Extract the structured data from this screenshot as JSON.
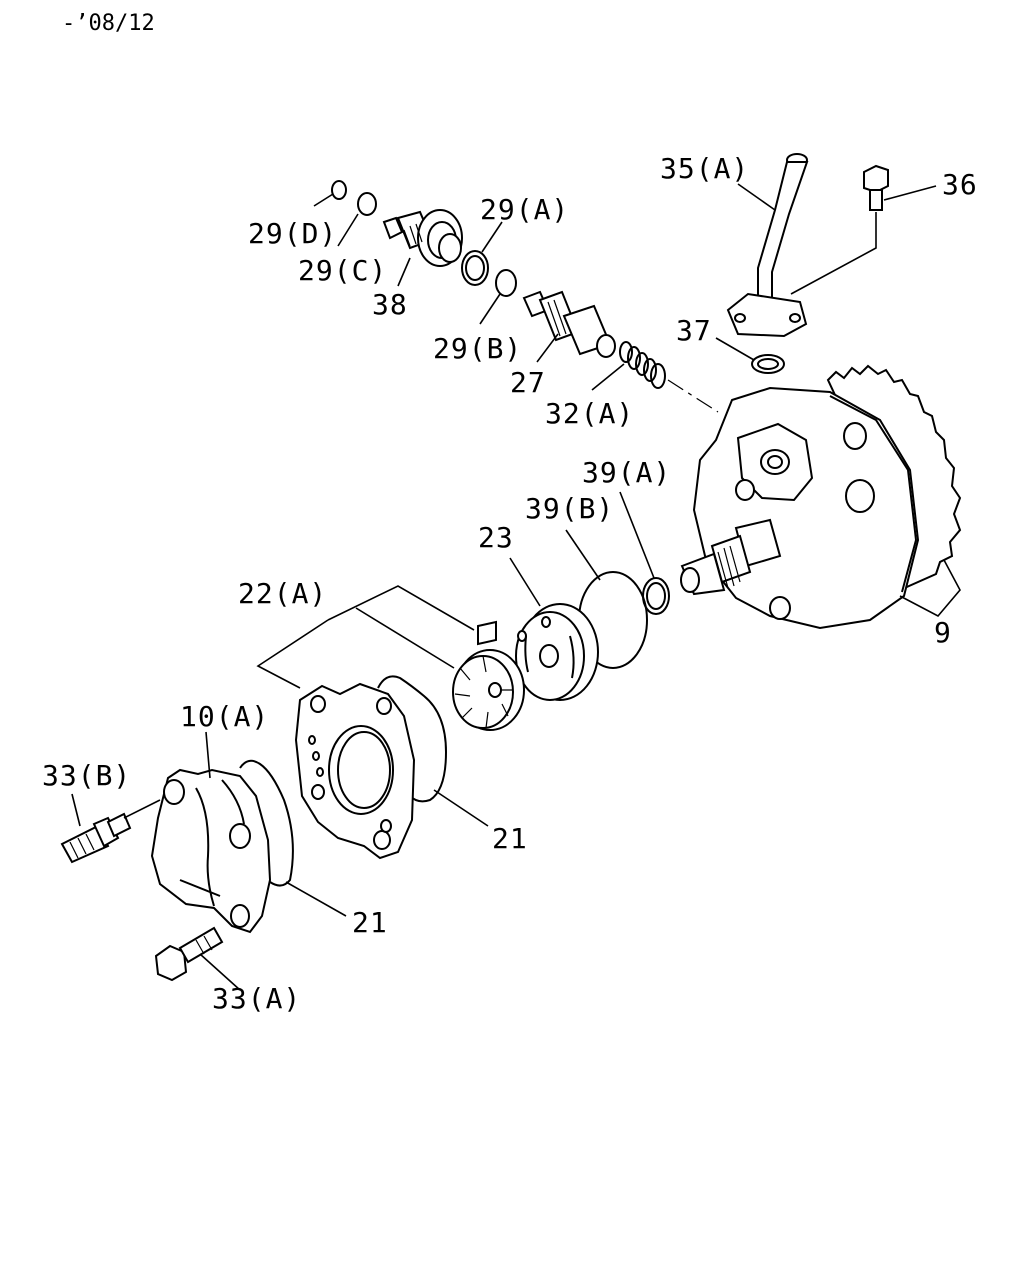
{
  "header": {
    "code": "-’08/12"
  },
  "labels": {
    "l35A": "35(A)",
    "l36": "36",
    "l29D": "29(D)",
    "l29C": "29(C)",
    "l29A": "29(A)",
    "l38": "38",
    "l29B": "29(B)",
    "l37": "37",
    "l27": "27",
    "l32A": "32(A)",
    "l39A": "39(A)",
    "l39B": "39(B)",
    "l23": "23",
    "l9": "9",
    "l22A": "22(A)",
    "l10A": "10(A)",
    "l33B": "33(B)",
    "l21a": "21",
    "l21b": "21",
    "l33A": "33(A)"
  }
}
